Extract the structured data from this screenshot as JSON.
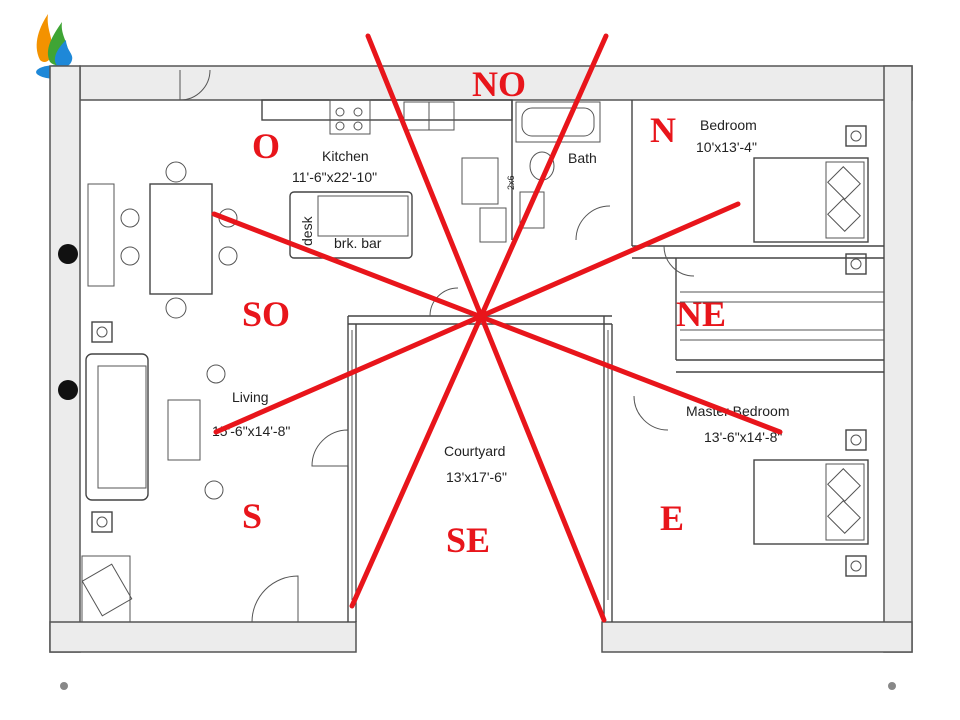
{
  "rooms": {
    "kitchen_name": "Kitchen",
    "kitchen_size": "11'-6\"x22'-10\"",
    "desk": "desk",
    "brk_bar": "brk.  bar",
    "bath_name": "Bath",
    "wall_2x6": "2x6",
    "bedroom_name": "Bedroom",
    "bedroom_size": "10'x13'-4\"",
    "living_name": "Living",
    "living_size": "15'-6\"x14'-8\"",
    "courtyard_name": "Courtyard",
    "courtyard_size": "13'x17'-6\"",
    "master_name": "Master Bedroom",
    "master_size": "13'-6\"x14'-8\""
  },
  "directions": {
    "n": "N",
    "no": "NO",
    "ne": "NE",
    "o": "O",
    "so": "SO",
    "s": "S",
    "se": "SE",
    "e": "E"
  },
  "colors": {
    "overlay_red": "#e8151b",
    "wall_fill": "#ececec",
    "logo_blue": "#1e88d8",
    "logo_green": "#3fa535",
    "logo_orange": "#f39200"
  },
  "icons": {
    "logo": "flame-drop-logo"
  }
}
